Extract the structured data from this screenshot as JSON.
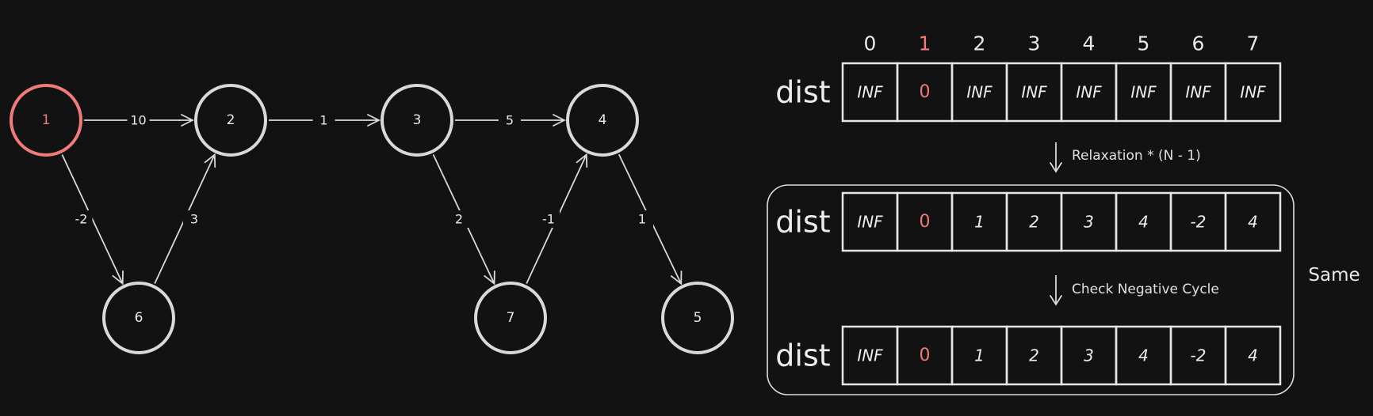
{
  "graph": {
    "nodes": [
      {
        "id": "1",
        "source": true
      },
      {
        "id": "2"
      },
      {
        "id": "3"
      },
      {
        "id": "4"
      },
      {
        "id": "5"
      },
      {
        "id": "6"
      },
      {
        "id": "7"
      }
    ],
    "edges": [
      {
        "from": "1",
        "to": "2",
        "weight": "10"
      },
      {
        "from": "1",
        "to": "6",
        "weight": "-2"
      },
      {
        "from": "6",
        "to": "2",
        "weight": "3"
      },
      {
        "from": "2",
        "to": "3",
        "weight": "1"
      },
      {
        "from": "3",
        "to": "4",
        "weight": "5"
      },
      {
        "from": "3",
        "to": "7",
        "weight": "2"
      },
      {
        "from": "7",
        "to": "4",
        "weight": "-1"
      },
      {
        "from": "4",
        "to": "5",
        "weight": "1"
      }
    ]
  },
  "indices": [
    "0",
    "1",
    "2",
    "3",
    "4",
    "5",
    "6",
    "7"
  ],
  "rows": [
    {
      "title": "dist",
      "values": [
        "INF",
        "0",
        "INF",
        "INF",
        "INF",
        "INF",
        "INF",
        "INF"
      ]
    },
    {
      "title": "dist",
      "values": [
        "INF",
        "0",
        "1",
        "2",
        "3",
        "4",
        "-2",
        "4"
      ]
    },
    {
      "title": "dist",
      "values": [
        "INF",
        "0",
        "1",
        "2",
        "3",
        "4",
        "-2",
        "4"
      ]
    }
  ],
  "steps": {
    "relaxation": "Relaxation * (N - 1)",
    "check": "Check Negative Cycle"
  },
  "same_label": "Same",
  "colors": {
    "background": "#121212",
    "stroke": "#d9d9d9",
    "source_highlight": "#f07b7b"
  }
}
